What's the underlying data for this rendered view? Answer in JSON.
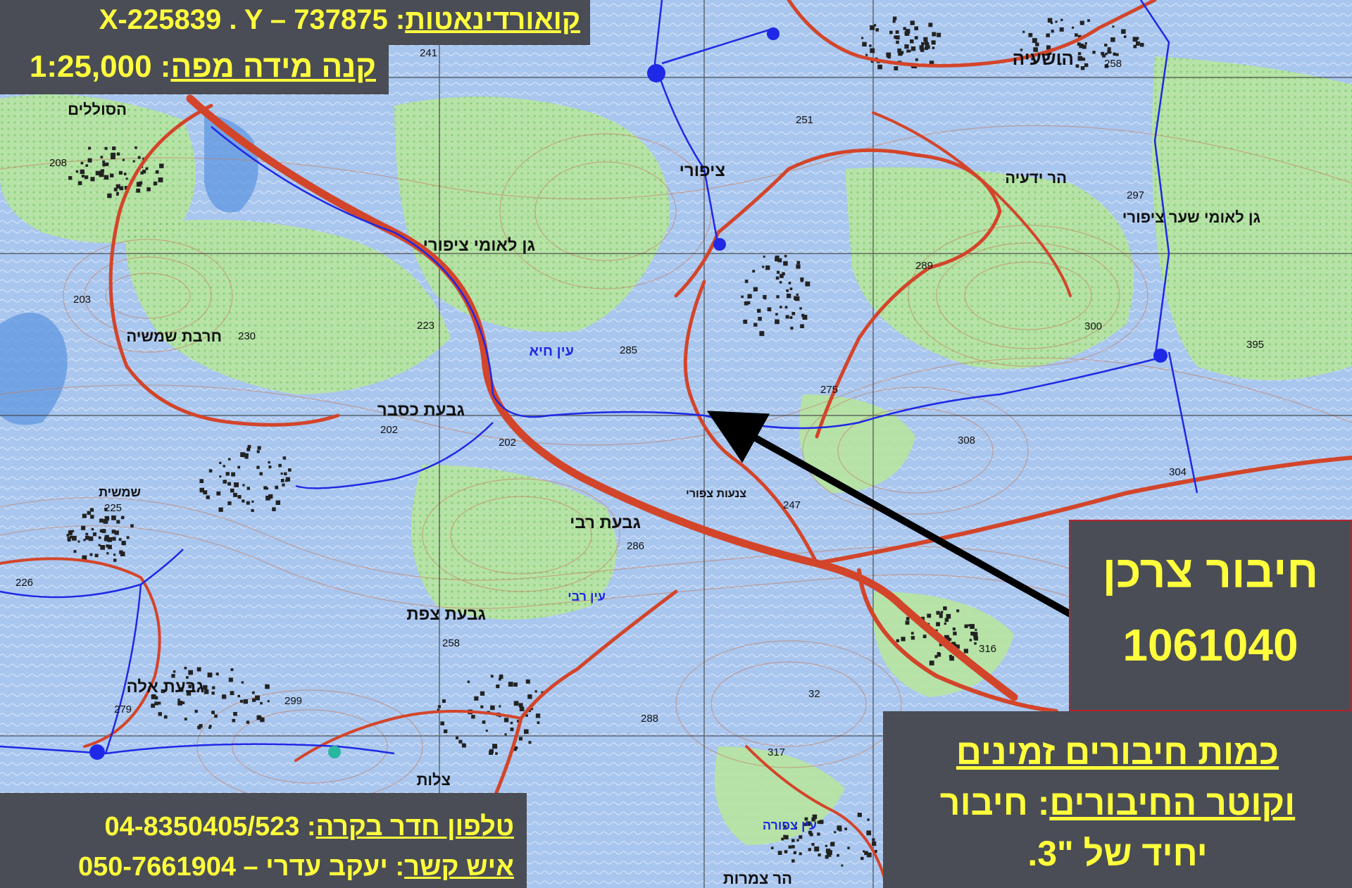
{
  "coordinates": {
    "label": "קואורדינאטות",
    "sep": ":",
    "value": "X-225839 . Y – 737875"
  },
  "scale": {
    "label": "קנה מידה מפה",
    "sep": ":",
    "value": "1:25,000"
  },
  "contact": {
    "phone_label": "טלפון חדר בקרה",
    "phone_sep": ":",
    "phone_value": "04-8350405/523",
    "person_label": "איש קשר",
    "person_sep": ":",
    "person_value": "יעקב עדרי – 050-7661904"
  },
  "connection": {
    "title": "חיבור צרכן",
    "number": "1061040"
  },
  "quantity": {
    "line1": "כמות חיבורים זמינים",
    "line2_label": "וקוטר החיבורים",
    "line2_sep": ":",
    "line2_value": "חיבור",
    "line3": "יחיד של \"3."
  },
  "map_labels": {
    "place_hasolelim": "הסוללים",
    "place_hoshaya": "הושעיה",
    "place_har_yedaya": "הר ידעיה",
    "park_tzipori": "גן לאומי ציפורי",
    "park_shaar_tzipori": "גן לאומי שער ציפורי",
    "place_hirbat_shamshia": "חרבת שמשיה",
    "place_givat_kasbar": "גבעת כסבר",
    "spring_ein_hia": "עין חיא",
    "place_givat_rabi": "גבעת רבי",
    "place_givat_tzfat": "גבעת צפת",
    "place_givat_ela": "גבעת אלה",
    "place_tzipori": "ציפורי",
    "place_shamshit": "שמשית",
    "place_tzrot": "צלות",
    "place_har_tzmarot": "הר צמרות",
    "place_industry": "צנעות צפורי",
    "spring_ein_rabi": "עין רבי",
    "spring_ein_tzipori": "עין צפורה",
    "elev_241": "241",
    "elev_208": "208",
    "elev_203": "203",
    "elev_230": "230",
    "elev_223": "223",
    "elev_285": "285",
    "elev_202a": "202",
    "elev_202b": "202",
    "elev_225": "225",
    "elev_226": "226",
    "elev_258a": "258",
    "elev_258b": "258",
    "elev_251": "251",
    "elev_297": "297",
    "elev_289": "289",
    "elev_300": "300",
    "elev_395": "395",
    "elev_275": "275",
    "elev_308": "308",
    "elev_304": "304",
    "elev_247": "247",
    "elev_316": "316",
    "elev_32": "32",
    "elev_286": "286",
    "elev_288": "288",
    "elev_317": "317",
    "elev_299": "299",
    "elev_279": "279"
  },
  "colors": {
    "panel_bg": "#4a4d55",
    "panel_text": "#ffff3c",
    "panel_border": "#b4242c",
    "road": "#d3452a",
    "pipeline": "#1e28e6",
    "vegetation": "#9ee07a",
    "terrain": "#a9c6ee"
  }
}
